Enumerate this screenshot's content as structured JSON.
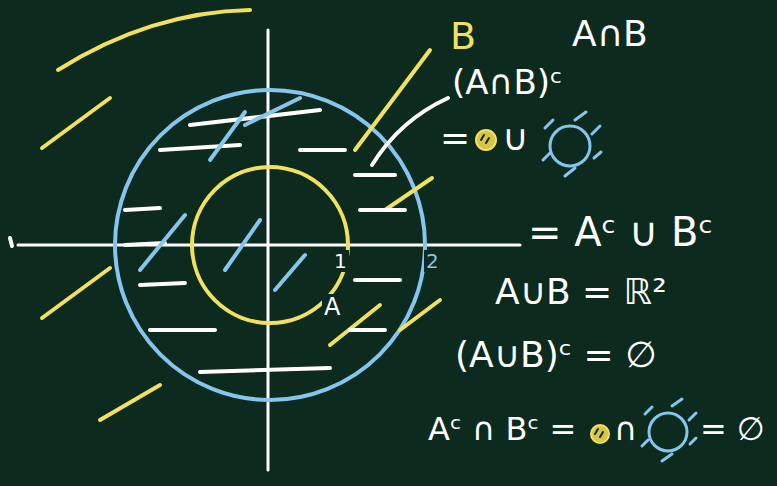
{
  "diagram": {
    "labels": [
      "B",
      "A∩B",
      "(A∩B)ᶜ",
      "=",
      "∪",
      "= Aᶜ ∪ Bᶜ",
      "A∪B = ℝ²",
      "(A∪B)ᶜ = ∅",
      "Aᶜ ∩ Bᶜ =",
      "∩",
      "= ∅",
      "1",
      "2",
      "A"
    ]
  }
}
